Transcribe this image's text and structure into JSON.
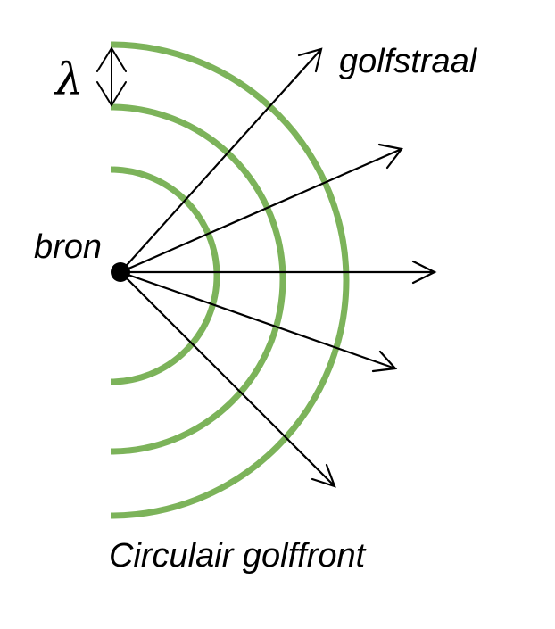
{
  "labels": {
    "source": "bron",
    "ray": "golfstraal",
    "wavefront": "Circulair golffront",
    "wavelength_symbol": "λ"
  },
  "colors": {
    "wavefront": "#7cb35a",
    "ray": "#000000",
    "source": "#000000"
  },
  "wavefronts": [
    {
      "name": "inner"
    },
    {
      "name": "middle"
    },
    {
      "name": "outer"
    }
  ],
  "rays": [
    {
      "name": "upper"
    },
    {
      "name": "upper-mid"
    },
    {
      "name": "center"
    },
    {
      "name": "lower-mid"
    },
    {
      "name": "lower"
    }
  ]
}
